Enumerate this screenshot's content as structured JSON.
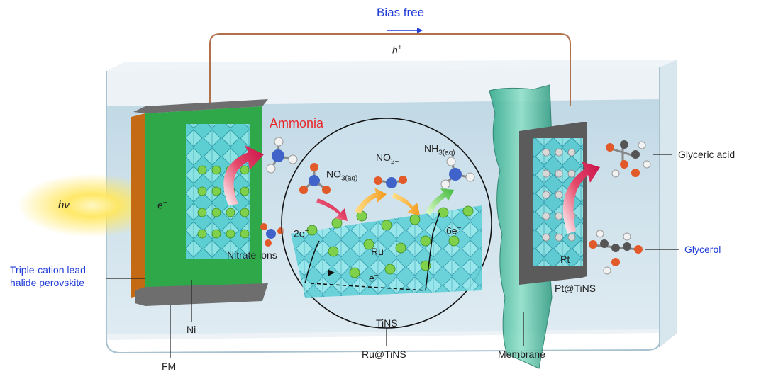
{
  "top": {
    "bias_free": "Bias free",
    "h_plus_base": "h",
    "h_plus_sup": "+"
  },
  "left": {
    "hv": "hν",
    "e_minus": "e",
    "e_sup": "−",
    "ammonia": "Ammonia",
    "nitrate_ions": "Nitrate ions",
    "perovskite_line1": "Triple-cation lead",
    "perovskite_line2": "halide perovskite",
    "ni": "Ni",
    "fm": "FM"
  },
  "center": {
    "no3_base": "NO",
    "no3_sub": "3(aq)",
    "no3_sup": "−",
    "no2_base": "NO",
    "no2_sub": "2−",
    "nh3_base": "NH",
    "nh3_sub": "3(aq)",
    "nh3_sup": "−",
    "two_e": "2e",
    "two_e_sup": "−",
    "six_e": "6e",
    "six_e_sup": "−",
    "ru": "Ru",
    "e_bottom": "e",
    "e_bottom_sup": "−",
    "tins": "TiNS",
    "ru_tins": "Ru@TiNS"
  },
  "right": {
    "glyceric_acid": "Glyceric acid",
    "glycerol": "Glycerol",
    "pt": "Pt",
    "pt_tins": "Pt@TiNS",
    "membrane": "Membrane"
  },
  "colors": {
    "label_blue": "#1f3bd8",
    "ammonia_red": "#e8262b",
    "wire": "#b0714a",
    "water": "#cfe3ee"
  }
}
